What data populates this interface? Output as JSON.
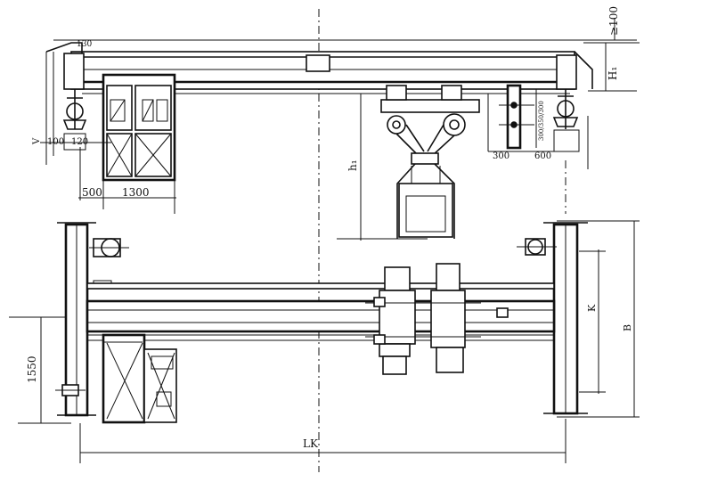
{
  "drawing": {
    "labels": {
      "clearance_top": "≥100",
      "hook_height_left": "130",
      "h1": "H₁",
      "h_hook": "h₁",
      "v_mark": "V",
      "dim_100": "100",
      "dim_120": "120",
      "dim_500": "500",
      "dim_1300": "1300",
      "dim_300": "300",
      "dim_600": "600",
      "rail_options": "300/350/300",
      "dim_1550": "1550",
      "span_lk": "LK",
      "wheelbase_k": "K",
      "width_b": "B"
    }
  }
}
